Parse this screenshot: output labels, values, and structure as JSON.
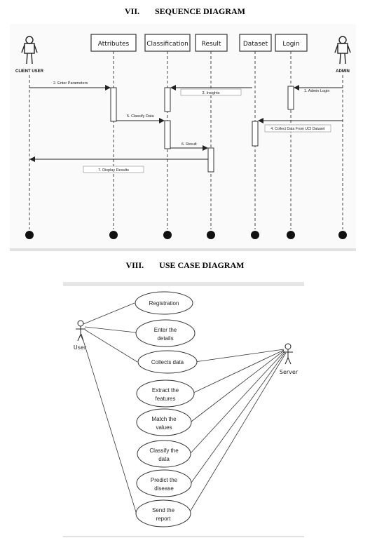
{
  "sequence": {
    "section_number": "VII.",
    "section_title": "SEQUENCE DIAGRAM",
    "actors": {
      "left": "CLIENT USER",
      "right": "ADMIN"
    },
    "lifelines": [
      "Attributes",
      "Classification",
      "Result",
      "Dataset",
      "Login"
    ],
    "messages": [
      "2. Enter Parameters",
      "3. Insights",
      "1. Admin Login",
      "5. Classify Data",
      "4. Collect Data From UCI Dataset",
      "6. Result",
      "7. Display Results"
    ]
  },
  "usecase": {
    "section_number": "VIII.",
    "section_title": "USE CASE DIAGRAM",
    "actors": {
      "user": "User",
      "server": "Server"
    },
    "cases": [
      [
        "Registration"
      ],
      [
        "Enter the",
        "details"
      ],
      [
        "Collects data"
      ],
      [
        "Extract the",
        "features"
      ],
      [
        "Match the",
        "values"
      ],
      [
        "Classify the",
        "data"
      ],
      [
        "Predict the",
        "disease"
      ],
      [
        "Send the",
        "report"
      ]
    ]
  }
}
